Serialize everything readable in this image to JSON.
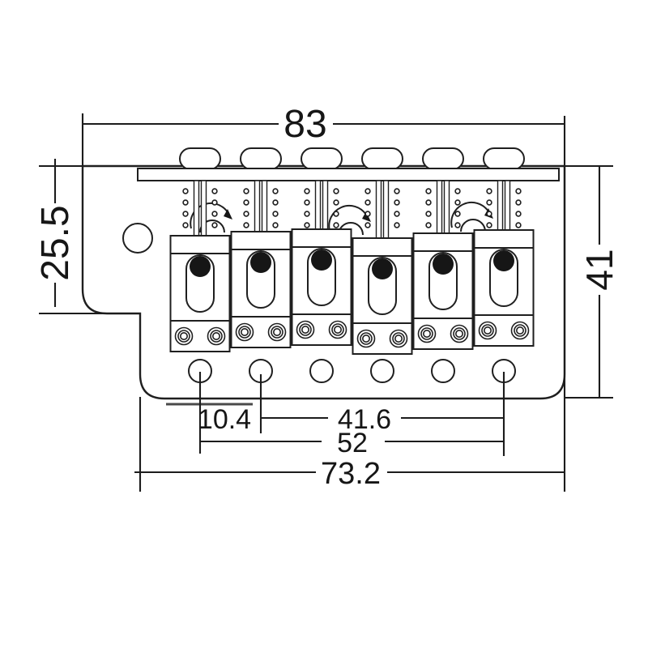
{
  "dimensions": {
    "overall_width": "83",
    "left_section_height": "25.5",
    "plate_height": "41",
    "hole_offset": "10.4",
    "holes_2_to_6_span": "41.6",
    "holes_1_to_6_span": "52",
    "lower_plate_width": "73.2"
  },
  "colors": {
    "ink": "#1f1f1f",
    "background": "#ffffff",
    "saddle_dot_fill": "#111111"
  }
}
